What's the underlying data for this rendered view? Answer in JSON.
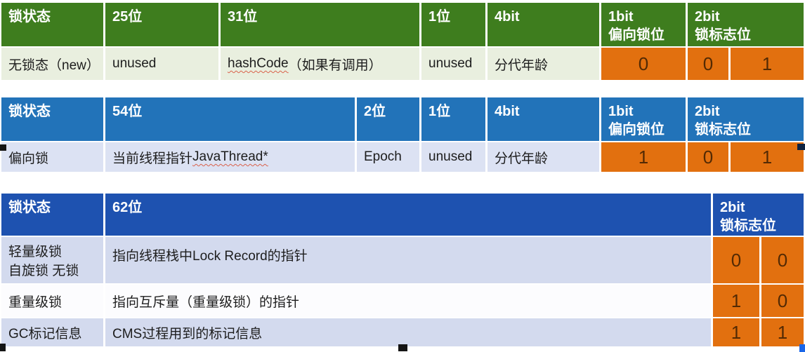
{
  "colors": {
    "green_header": "#3e7d1e",
    "green_row": "#e9efdf",
    "blue_header": "#2273b9",
    "blue_row": "#dce2f3",
    "navy_header": "#1e52b0",
    "lavender_row": "#d3daee",
    "white_row": "#fcfcfe",
    "orange": "#e2700f",
    "orange_text": "#532a04",
    "handle_black": "#141414",
    "handle_navy": "#0e2240",
    "handle_blue": "#1a66e8"
  },
  "table1": {
    "header": {
      "c1": "锁状态",
      "c2": "25位",
      "c3": "31位",
      "c4": "1位",
      "c5": "4bit",
      "c6_line1": "1bit",
      "c6_line2": "偏向锁位",
      "c7_line1": "2bit",
      "c7_line2": "锁标志位"
    },
    "row": {
      "state": "无锁态（new）",
      "c2": "unused",
      "c3_code": "hashCode",
      "c3_rest": "（如果有调用）",
      "c4": "unused",
      "c5": "分代年龄",
      "bias": "0",
      "flag1": "0",
      "flag2": "1"
    }
  },
  "table2": {
    "header": {
      "c1": "锁状态",
      "c2": "54位",
      "c3": "2位",
      "c4": "1位",
      "c5": "4bit",
      "c6_line1": "1bit",
      "c6_line2": "偏向锁位",
      "c7_line1": "2bit",
      "c7_line2": "锁标志位"
    },
    "row": {
      "state": "偏向锁",
      "c2_text": "当前线程指针 ",
      "c2_code": "JavaThread*",
      "c3": "Epoch",
      "c4": "unused",
      "c5": "分代年龄",
      "bias": "1",
      "flag1": "0",
      "flag2": "1"
    }
  },
  "table3": {
    "header": {
      "c1": "锁状态",
      "c2": "62位",
      "c3_line1": "2bit",
      "c3_line2": "锁标志位"
    },
    "rows": [
      {
        "state_line1": "轻量级锁",
        "state_line2": "自旋锁 无锁",
        "desc": "指向线程栈中Lock Record的指针",
        "flag1": "0",
        "flag2": "0"
      },
      {
        "state_line1": "重量级锁",
        "state_line2": "",
        "desc": "指向互斥量（重量级锁）的指针",
        "flag1": "1",
        "flag2": "0"
      },
      {
        "state_line1": "GC标记信息",
        "state_line2": "",
        "desc": "CMS过程用到的标记信息",
        "flag1": "1",
        "flag2": "1"
      }
    ]
  }
}
